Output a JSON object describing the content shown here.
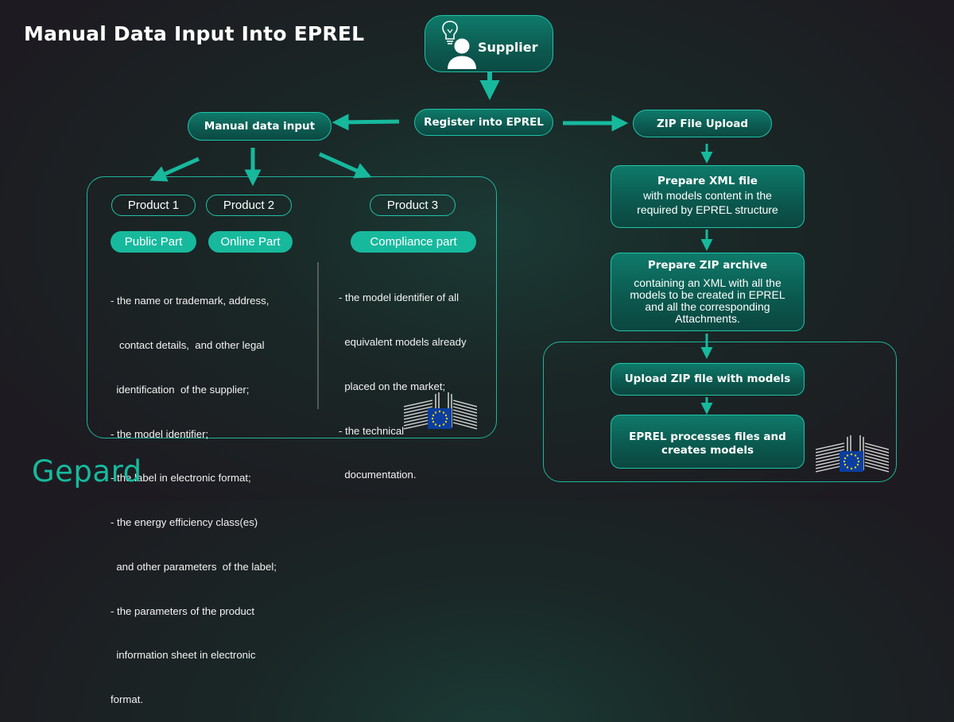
{
  "title": "Manual Data Input Into EPREL",
  "supplier": {
    "label": "Supplier",
    "icon": "person-icon",
    "bulb_icon": "lightbulb-icon"
  },
  "register": "Register into EPREL",
  "manual": {
    "label": "Manual data input",
    "products": [
      "Product 1",
      "Product 2",
      "Product 3"
    ],
    "parts": [
      "Public Part",
      "Online Part",
      "Compliance part"
    ],
    "public_items": [
      "- the name or trademark, address,",
      "   contact details,  and other legal",
      "  identification  of the supplier;",
      "- the model identifier;",
      "- the label in electronic format;",
      "- the energy efficiency class(es)",
      "  and other parameters  of the label;",
      "- the parameters of the product",
      "  information sheet in electronic",
      "format."
    ],
    "compliance_items": [
      "- the model identifier of all",
      "  equivalent models already",
      "  placed on the market;",
      "- the technical",
      "  documentation."
    ]
  },
  "zip": {
    "label": "ZIP File Upload",
    "step1": {
      "title": "Prepare XML file",
      "lines": [
        "with models content in the",
        "required by EPREL structure"
      ]
    },
    "step2": {
      "title": "Prepare ZIP archive",
      "lines": [
        "containing an XML with all the",
        "models to be created in EPREL",
        "and all the corresponding",
        "Attachments."
      ]
    },
    "upload": "Upload ZIP file with models",
    "process": [
      "EPREL processes files and",
      "creates models"
    ]
  },
  "logo": "Gepard",
  "emblem_icon": "eu-commission-building-icon",
  "colors": {
    "accent": "#17b99d",
    "outline": "#1fc3aa",
    "background": "#1e1c22"
  }
}
